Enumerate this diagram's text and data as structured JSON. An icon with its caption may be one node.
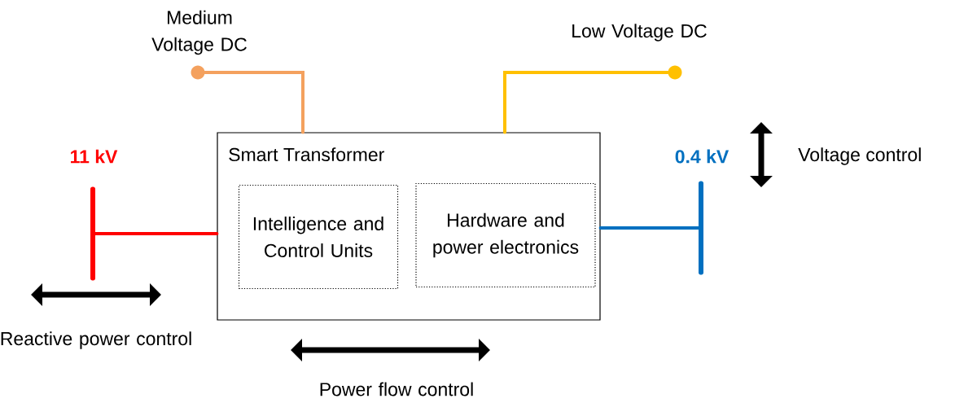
{
  "diagram": {
    "nodes": [
      {
        "text": [
          "Smart Transformer"
        ]
      },
      {
        "text": [
          "Intelligence and Control Units"
        ],
        "in": 0
      },
      {
        "text": [
          "Hardware and power electronics"
        ],
        "in": 0
      },
      {
        "text": [],
        "shape": "circle",
        "beside": [
          "Medium Voltage DC"
        ]
      },
      {
        "text": [],
        "shape": "circle",
        "beside": [
          "Low Voltage DC"
        ]
      },
      {
        "text": [],
        "shape": "bar",
        "beside": [
          "11 kV"
        ]
      },
      {
        "text": [],
        "shape": "bar",
        "beside": [
          "0.4 kV"
        ]
      }
    ],
    "edges": [
      {
        "from": 3,
        "to": 0,
        "arrow": "none",
        "color": "#f4a15e"
      },
      {
        "from": 4,
        "to": 0,
        "arrow": "none",
        "color": "#ffc000"
      },
      {
        "from": 5,
        "to": 0,
        "arrow": "none",
        "color": "#ff0000"
      },
      {
        "from": 0,
        "to": 6,
        "arrow": "none",
        "color": "#0070c0"
      }
    ],
    "labels": [
      "Voltage control",
      "Reactive power control",
      "Power flow control"
    ]
  }
}
